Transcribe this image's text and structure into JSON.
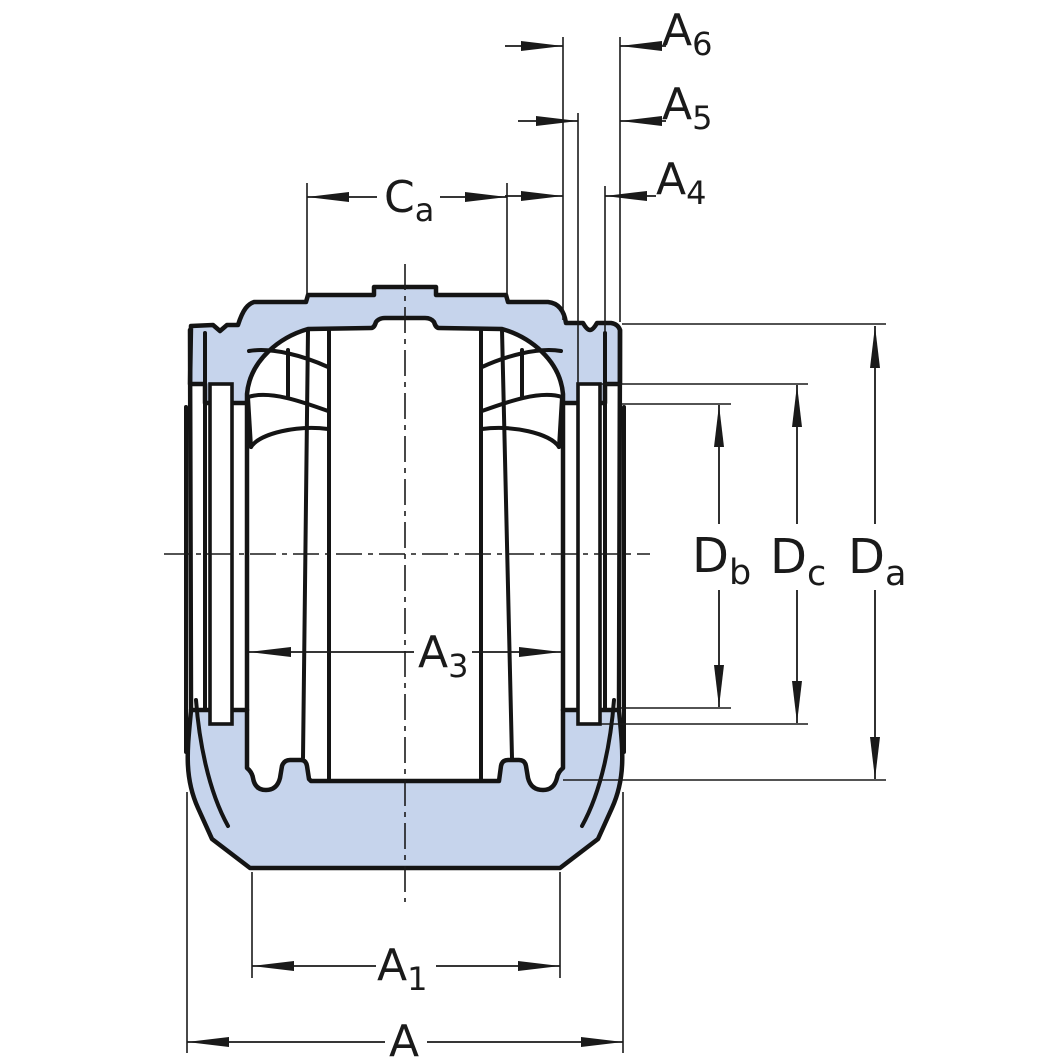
{
  "drawing": {
    "title": "bearing-housing-cross-section",
    "colors": {
      "section_fill": "#c6d4ec",
      "line": "#141414",
      "background": "#ffffff"
    },
    "dimensions": {
      "a6": {
        "base": "A",
        "sub": "6"
      },
      "a5": {
        "base": "A",
        "sub": "5"
      },
      "a4": {
        "base": "A",
        "sub": "4"
      },
      "ca": {
        "base": "C",
        "sub": "a"
      },
      "a3": {
        "base": "A",
        "sub": "3"
      },
      "a1": {
        "base": "A",
        "sub": "1"
      },
      "a": {
        "base": "A",
        "sub": ""
      },
      "db": {
        "base": "D",
        "sub": "b"
      },
      "dc": {
        "base": "D",
        "sub": "c"
      },
      "da": {
        "base": "D",
        "sub": "a"
      }
    }
  }
}
